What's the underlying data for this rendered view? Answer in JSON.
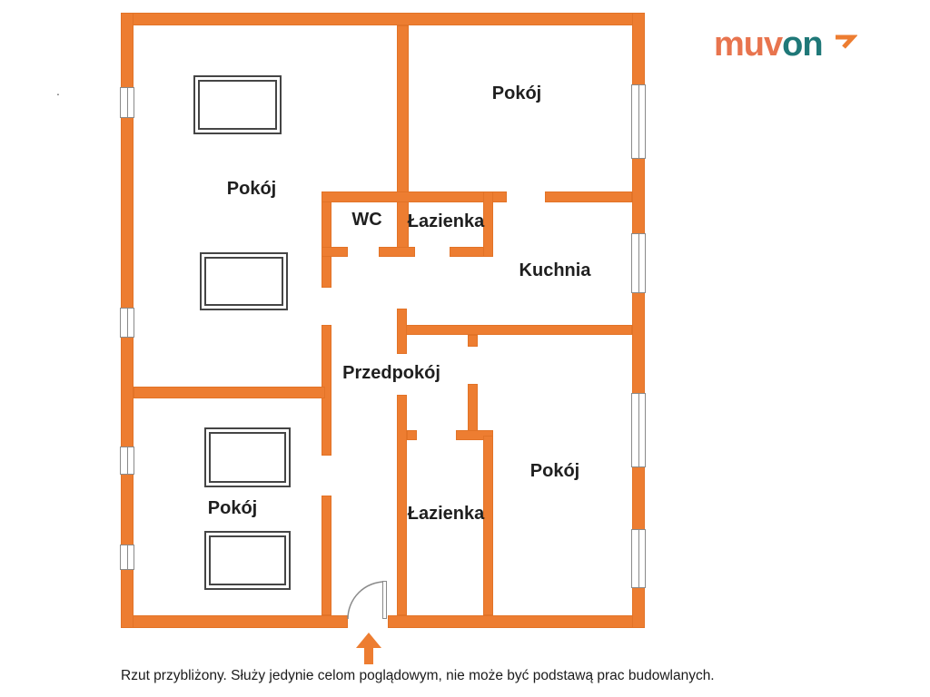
{
  "page": {
    "background": "#ffffff"
  },
  "logo": {
    "part1": "muv",
    "part2": "on",
    "part1_color": "#E8744E",
    "part2_color": "#1F7878",
    "arrow_color": "#ED7D31"
  },
  "plan": {
    "wall_color": "#ED7D31",
    "rooms": [
      {
        "id": "pokoj-top-left",
        "label": "Pokój"
      },
      {
        "id": "pokoj-top-right",
        "label": "Pokój"
      },
      {
        "id": "wc",
        "label": "WC"
      },
      {
        "id": "lazienka-top",
        "label": "Łazienka"
      },
      {
        "id": "kuchnia",
        "label": "Kuchnia"
      },
      {
        "id": "przedpokoj",
        "label": "Przedpokój"
      },
      {
        "id": "pokoj-bottom-left",
        "label": "Pokój"
      },
      {
        "id": "lazienka-bottom",
        "label": "Łazienka"
      },
      {
        "id": "pokoj-bottom-right",
        "label": "Pokój"
      }
    ]
  },
  "footer": {
    "disclaimer": "Rzut przybliżony. Służy jedynie celom poglądowym, nie może być podstawą prac budowlanych."
  },
  "stray_dot": "."
}
